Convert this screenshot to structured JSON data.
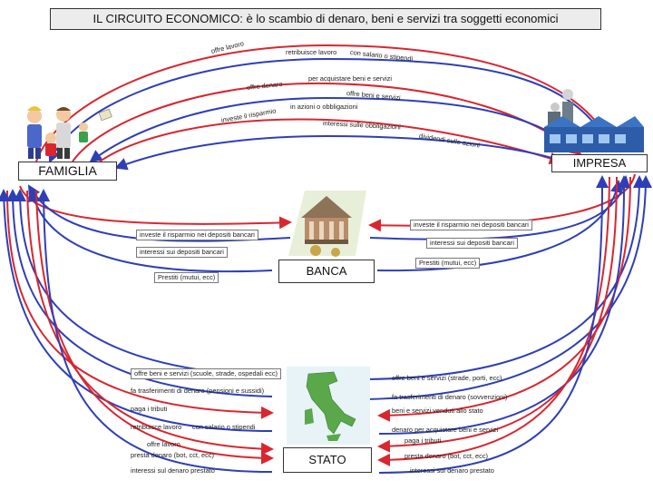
{
  "title": "IL CIRCUITO ECONOMICO: è lo scambio di denaro, beni e servizi tra soggetti economici",
  "nodes": {
    "famiglia": "FAMIGLIA",
    "impresa": "IMPRESA",
    "banca": "BANCA",
    "stato": "STATO"
  },
  "flows_family_enterprise": [
    "offre lavoro",
    "retribuisce lavoro",
    "con salario o stipendi",
    "per acquistare beni e servizi",
    "offre denaro",
    "offre beni e servizi",
    "investe il risparmio",
    "in azioni o obbligazioni",
    "interessi sulle obbligazioni",
    "dividendi sulle azioni"
  ],
  "flows_bank": [
    "investe il risparmio nei depositi bancari",
    "interessi sui depositi bancari",
    "Prestiti (mutui, ecc)",
    "investe il risparmio nei depositi bancari",
    "interessi sui depositi bancari",
    "Prestiti (mutui, ecc)"
  ],
  "flows_state_left": [
    "offre beni e servizi (scuole, strade, ospedali ecc)",
    "fa trasferimenti di denaro (pensioni e sussidi)",
    "paga i tributi",
    "retribuisce lavoro",
    "con salario o stipendi",
    "offre lavoro",
    "presta denaro (bot, cct, ecc)",
    "interessi sul denaro prestato"
  ],
  "flows_state_right": [
    "offre beni e servizi (strade, porti, ecc)",
    "fa trasferimenti di denaro (sovvenzioni)",
    "beni e servizi venduti allo stato",
    "denaro per acquistare beni e servizi",
    "paga i tributi",
    "presta denaro (bot, cct, ecc)",
    "interessi sul denaro prestato"
  ],
  "colors": {
    "red": "#d9262f",
    "blue": "#2e3fb6",
    "accent": "#c23b33"
  }
}
